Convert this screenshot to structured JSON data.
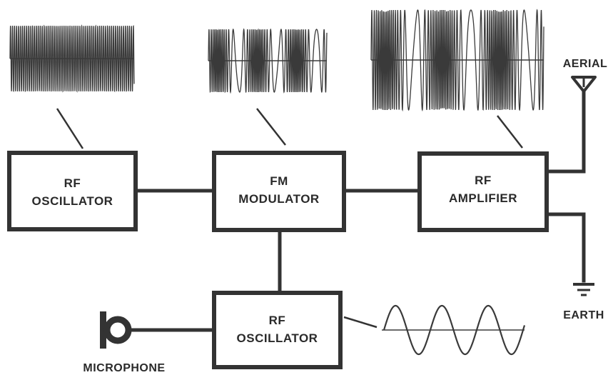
{
  "blocks": {
    "rf_oscillator_top": {
      "line1": "RF",
      "line2": "OSCILLATOR"
    },
    "fm_modulator": {
      "line1": "FM",
      "line2": "MODULATOR"
    },
    "rf_amplifier": {
      "line1": "RF",
      "line2": "AMPLIFIER"
    },
    "rf_oscillator_bottom": {
      "line1": "RF",
      "line2": "OSCILLATOR"
    }
  },
  "labels": {
    "aerial": "AERIAL",
    "earth": "EARTH",
    "microphone": "MICROPHONE"
  },
  "colors": {
    "ink": "#333333",
    "background": "#ffffff"
  }
}
